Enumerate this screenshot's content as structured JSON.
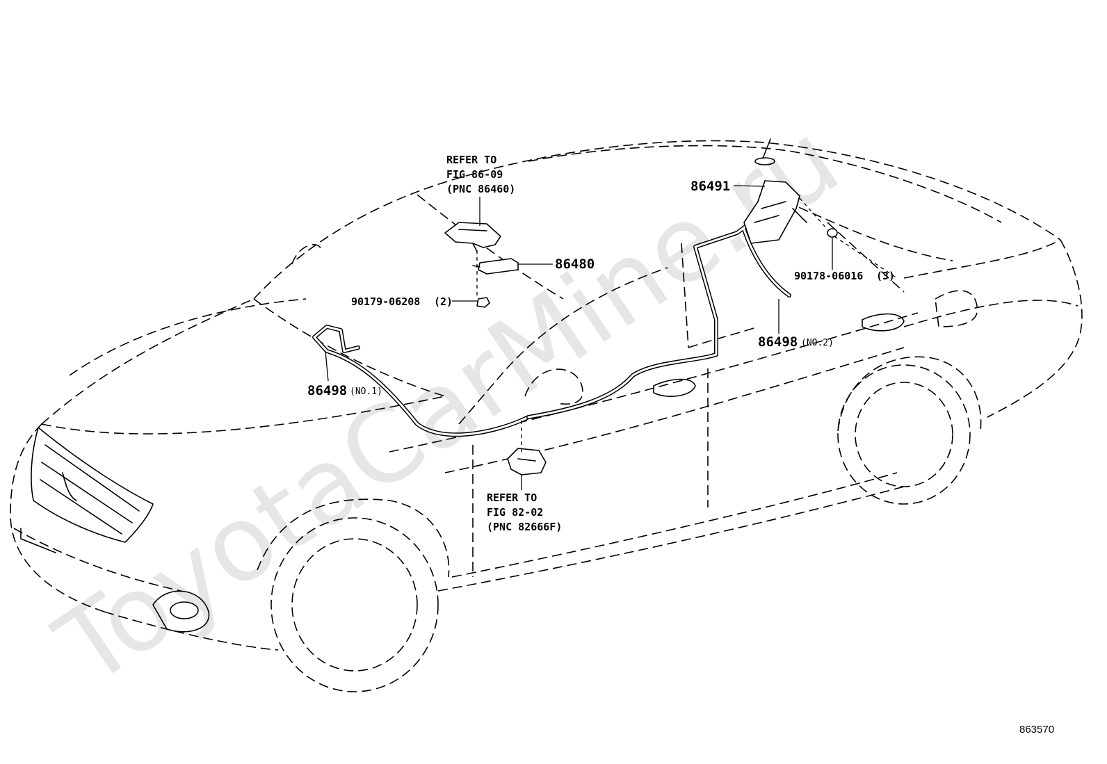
{
  "watermark": "ToyotaCarMine.ru",
  "diagram_id": "863570",
  "parts": {
    "ecu_ref": {
      "line1": "REFER TO",
      "line2": "FIG 86-09",
      "line3": "(PNC 86460)"
    },
    "p86480": {
      "number": "86480"
    },
    "p90179": {
      "number": "90179-06208",
      "qty": "(2)"
    },
    "p86498_no1": {
      "number": "86498",
      "note": "(NO.1)"
    },
    "p86491": {
      "number": "86491"
    },
    "p90178": {
      "number": "90178-06016",
      "qty": "(3)"
    },
    "p86498_no2": {
      "number": "86498",
      "note": "(NO.2)"
    },
    "mirror_ref": {
      "line1": "REFER TO",
      "line2": "FIG 82-02",
      "line3": "(PNC 82666F)"
    }
  }
}
